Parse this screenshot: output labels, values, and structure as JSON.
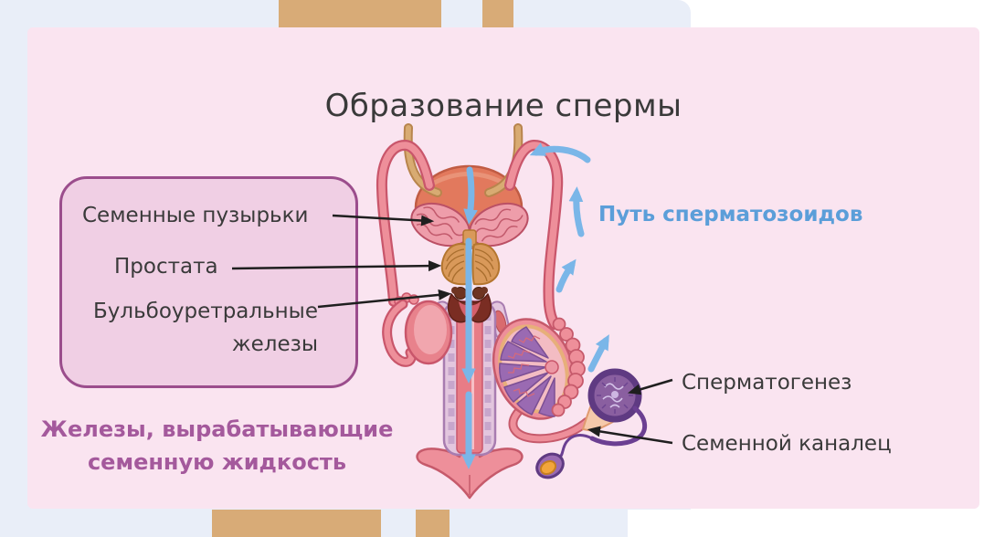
{
  "poster": {
    "title": "Образование спермы",
    "glands_box": {
      "seminal_vesicles": "Семенные пузырьки",
      "prostate": "Простата",
      "bulbourethral": "Бульбоуретральные железы"
    },
    "glands_caption": "Железы, вырабатывающие семенную жидкость",
    "sperm_path_label": "Путь сперматозоидов",
    "spermatogenesis_label": "Сперматогенез",
    "seminiferous_tubule_label": "Семенной каналец"
  },
  "palette": {
    "wall_blue": "#e9eef8",
    "easel_wood": "#d8ab77",
    "poster_pink": "#fae4f0",
    "box_fill": "#f0cfe4",
    "box_border": "#9b4d8c",
    "caption_purple": "#a4599c",
    "sperm_path_text_blue": "#5b9ed9",
    "arrow_blue": "#7ab6e8",
    "leader_arrow_black": "#1f1f1f",
    "text_dark": "#3a3a3a",
    "bladder": "#e2795d",
    "seminal_vesicle": "#ee9daa",
    "prostate": "#d9995a",
    "bulbourethral_gland": "#6e3421",
    "vas_deferens": "#ee8f9a",
    "ureter": "#d8ab72",
    "tubule_purple": "#8a5fa0",
    "sperm_head_yellow": "#f2a53c"
  }
}
